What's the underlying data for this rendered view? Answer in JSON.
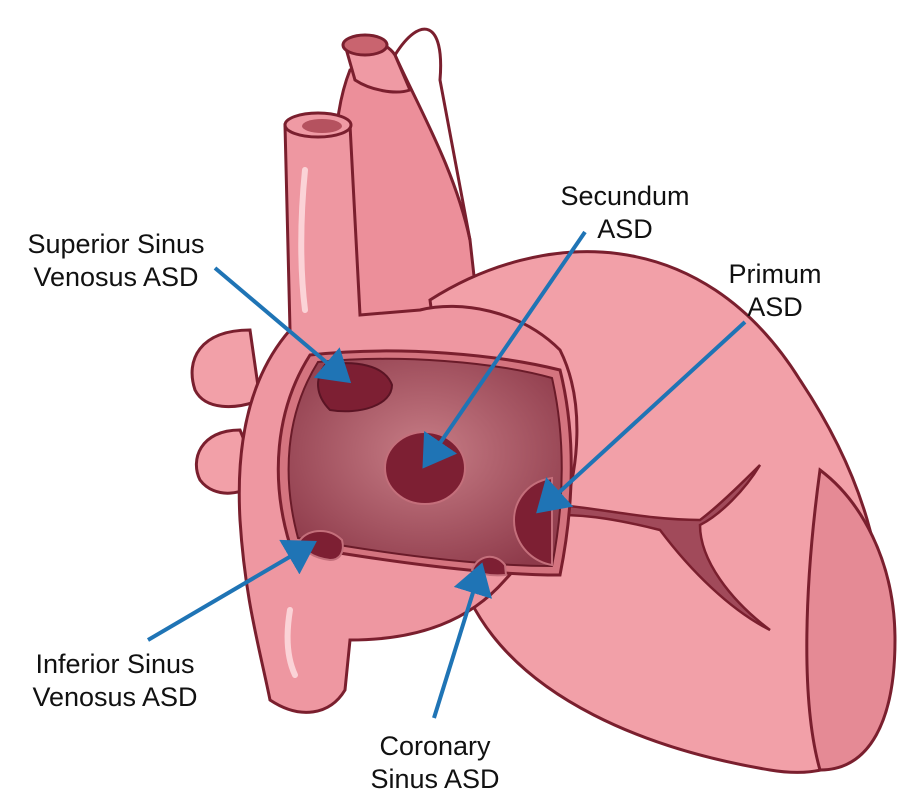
{
  "labels": {
    "superior_sinus_venosus": {
      "line1": "Superior Sinus",
      "line2": "Venosus ASD"
    },
    "secundum": {
      "line1": "Secundum",
      "line2": "ASD"
    },
    "primum": {
      "line1": "Primum",
      "line2": "ASD"
    },
    "inferior_sinus_venosus": {
      "line1": "Inferior Sinus",
      "line2": "Venosus ASD"
    },
    "coronary_sinus": {
      "line1": "Coronary",
      "line2": "Sinus ASD"
    }
  },
  "colors": {
    "heart_fill": "#f2a0a8",
    "heart_dark": "#e07f8b",
    "outline": "#7a1f2e",
    "chamber": "#a4505e",
    "defect": "#7d1f33",
    "arrow": "#1f74b5"
  }
}
